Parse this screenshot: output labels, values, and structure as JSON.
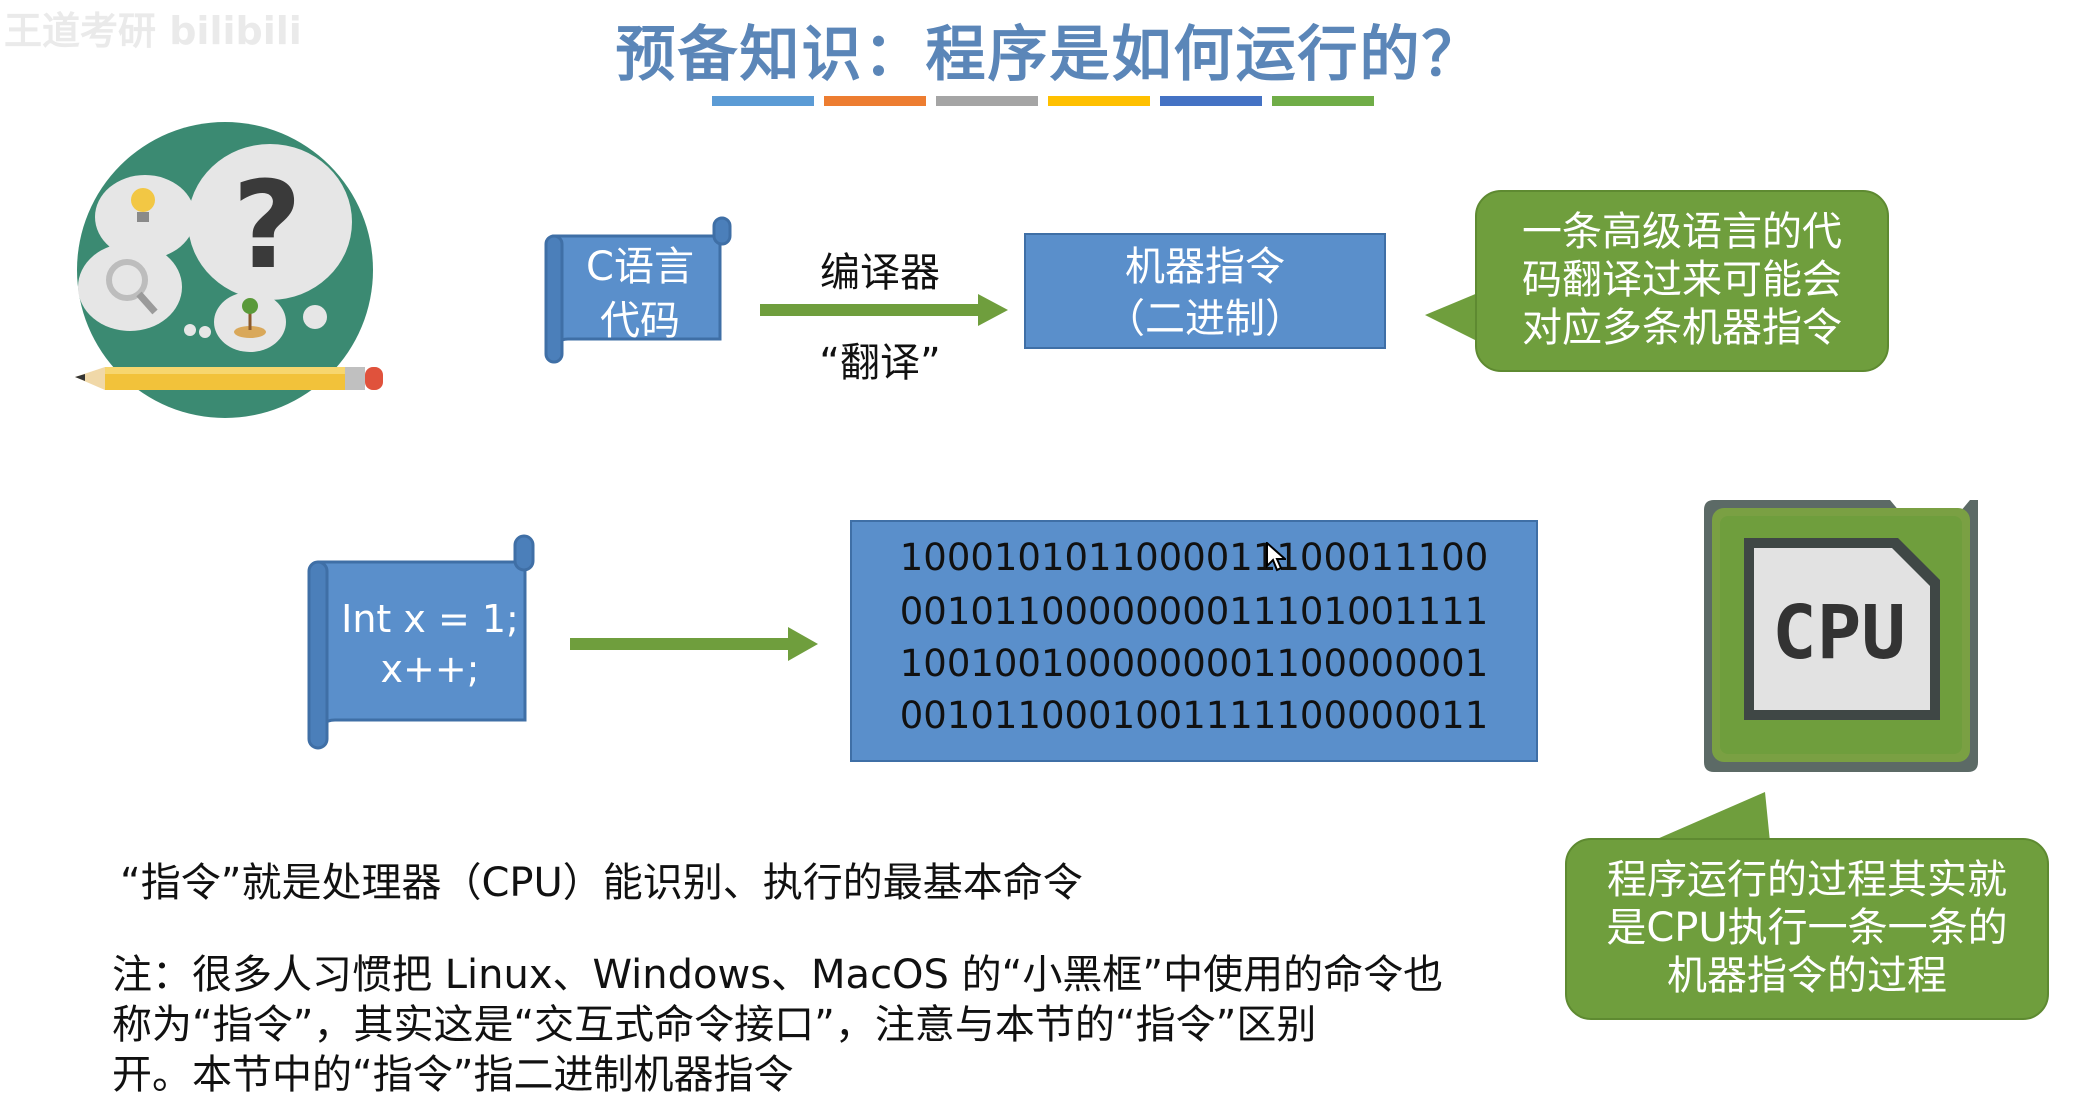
{
  "watermark": "王道考研 bilibili",
  "title": "预备知识：程序是如何运行的？",
  "title_bar_colors": [
    "#5b9bd5",
    "#ed7d31",
    "#a5a5a5",
    "#ffc000",
    "#4472c4",
    "#70ad47"
  ],
  "scroll_top": {
    "line1": "C语言",
    "line2": "代码"
  },
  "compiler": {
    "label": "编译器",
    "sub": "“翻译”"
  },
  "machine_box": {
    "line1": "机器指令",
    "line2": "（二进制）"
  },
  "bubble_top": {
    "line1": "一条高级语言的代",
    "line2": "码翻译过来可能会",
    "line3": "对应多条机器指令"
  },
  "scroll_code": {
    "line1": "Int x = 1;",
    "line2": "x++;"
  },
  "binary": [
    "1000101011000011100011100",
    "0010110000000011101001111",
    "1001001000000001100000001",
    "0010110001001111100000011"
  ],
  "cpu_label": "CPU",
  "bubble_bottom": {
    "line1": "程序运行的过程其实就",
    "line2": "是CPU执行一条一条的",
    "line3": "机器指令的过程"
  },
  "definition": "“指令”就是处理器（CPU）能识别、执行的最基本命令",
  "note": {
    "line1": "注：很多人习惯把 Linux、Windows、MacOS 的“小黑框”中使用的命令也",
    "line2": "称为“指令”，其实这是“交互式命令接口”，注意与本节的“指令”区别",
    "line3": "开。本节中的“指令”指二进制机器指令"
  },
  "colors": {
    "blue": "#5a8fcb",
    "green": "#6f9e3d",
    "arrow": "#6f9e3d"
  }
}
